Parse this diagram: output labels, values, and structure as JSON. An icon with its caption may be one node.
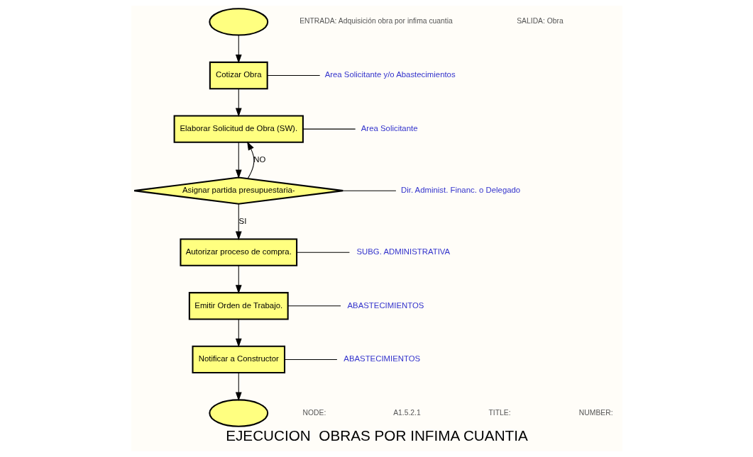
{
  "diagram": {
    "title": "EJECUCION  OBRAS POR INFIMA CUANTIA",
    "nodes": [
      {
        "text": [],
        "shape": "ellipse"
      },
      {
        "text": [
          "Cotizar Obra"
        ]
      },
      {
        "text": [
          "Elaborar Solicitud de Obra (SW)."
        ]
      },
      {
        "text": [
          "Asignar partida presupuestaria-"
        ]
      },
      {
        "text": [
          "Autorizar proceso de compra."
        ]
      },
      {
        "text": [
          "Emitir Orden de Trabajo."
        ]
      },
      {
        "text": [
          "Notificar a Constructor"
        ]
      },
      {
        "text": [],
        "shape": "ellipse"
      },
      {
        "text": [
          "Area Solicitante y/o Abastecimientos"
        ]
      },
      {
        "text": [
          "Area Solicitante"
        ]
      },
      {
        "text": [
          "Dir. Administ. Financ. o Delegado"
        ]
      },
      {
        "text": [
          "SUBG. ADMINISTRATIVA"
        ]
      },
      {
        "text": [
          "ABASTECIMIENTOS"
        ]
      },
      {
        "text": [
          "ABASTECIMIENTOS"
        ]
      }
    ],
    "edges": [
      {
        "from": 0,
        "to": 1,
        "arrow": "to"
      },
      {
        "from": 1,
        "to": 2,
        "arrow": "to"
      },
      {
        "from": 2,
        "to": 3,
        "arrow": "to"
      },
      {
        "from": 3,
        "to": 2,
        "arrow": "to",
        "label": "NO"
      },
      {
        "from": 3,
        "to": 4,
        "arrow": "to",
        "label": "SI"
      },
      {
        "from": 4,
        "to": 5,
        "arrow": "to"
      },
      {
        "from": 5,
        "to": 6,
        "arrow": "to"
      },
      {
        "from": 6,
        "to": 7,
        "arrow": "to"
      },
      {
        "from": 8,
        "to": 1,
        "arrow": "none"
      },
      {
        "from": 9,
        "to": 2,
        "arrow": "none"
      },
      {
        "from": 10,
        "to": 3,
        "arrow": "none"
      },
      {
        "from": 11,
        "to": 4,
        "arrow": "none"
      },
      {
        "from": 12,
        "to": 5,
        "arrow": "none"
      },
      {
        "from": 13,
        "to": 6,
        "arrow": "none"
      }
    ],
    "labels": [
      "ENTRADA: Adquisición obra por infima cuantia",
      "SALIDA: Obra",
      "NODE:",
      "A1.5.2.1",
      "TITLE:",
      "NUMBER:"
    ]
  }
}
